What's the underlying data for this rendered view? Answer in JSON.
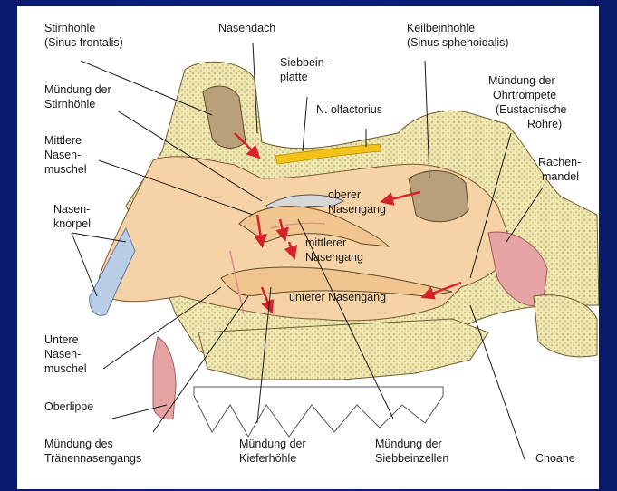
{
  "labels": {
    "stirnhoehle_1": "Stirnhöhle",
    "stirnhoehle_2": "(Sinus frontalis)",
    "nasendach": "Nasendach",
    "keilbein_1": "Keilbeinhöhle",
    "keilbein_2": "(Sinus sphenoidalis)",
    "siebbein_1": "Siebbein-",
    "siebbein_2": "platte",
    "olfactorius": "N. olfactorius",
    "muend_stirn_1": "Mündung der",
    "muend_stirn_2": "Stirnhöhle",
    "ohrtrompete_1": "Mündung der",
    "ohrtrompete_2": "Ohrtrompete",
    "ohrtrompete_3": "(Eustachische",
    "ohrtrompete_4": "Röhre)",
    "mittlere_1": "Mittlere",
    "mittlere_2": "Nasen-",
    "mittlere_3": "muschel",
    "rachen_1": "Rachen-",
    "rachen_2": "mandel",
    "oberer_1": "oberer",
    "oberer_2": "Nasengang",
    "knorpel_1": "Nasen-",
    "knorpel_2": "knorpel",
    "mittlerer_1": "mittlerer",
    "mittlerer_2": "Nasengang",
    "unterer": "unterer Nasengang",
    "untere_1": "Untere",
    "untere_2": "Nasen-",
    "untere_3": "muschel",
    "oberlippe": "Oberlippe",
    "traenen_1": "Mündung des",
    "traenen_2": "Tränennasengangs",
    "kiefer_1": "Mündung der",
    "kiefer_2": "Kieferhöhle",
    "siebzellen_1": "Mündung der",
    "siebzellen_2": "Siebbeinzellen",
    "choane": "Choane"
  },
  "colors": {
    "background": "#0b1a6b",
    "skin": "#f6d3a6",
    "bone": "#efe6b0",
    "sinus": "#b8a07a",
    "cartilage": "#b9cde6",
    "nerve": "#f3c21a",
    "arrow": "#d4232b",
    "tissue": "#e5a3a3"
  }
}
